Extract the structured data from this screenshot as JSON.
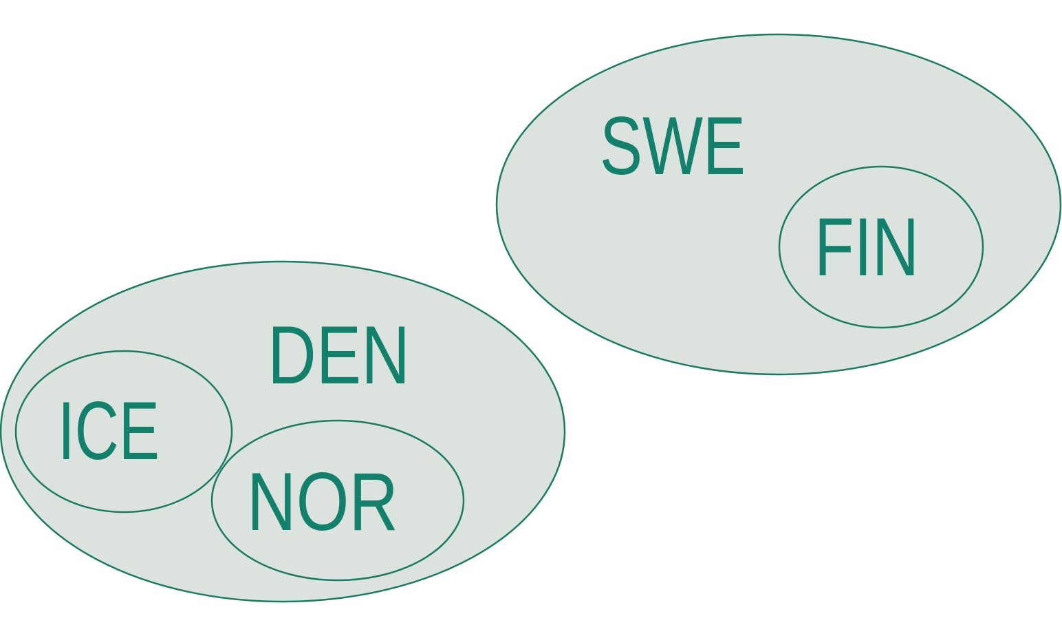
{
  "diagram": {
    "type": "euler",
    "colors": {
      "fill": "#dce3df",
      "stroke": "#1b7a62",
      "text": "#12806a"
    },
    "groups": [
      {
        "label": "DEN",
        "children": [
          {
            "label": "ICE"
          },
          {
            "label": "NOR"
          }
        ]
      },
      {
        "label": "SWE",
        "children": [
          {
            "label": "FIN"
          }
        ]
      }
    ]
  }
}
